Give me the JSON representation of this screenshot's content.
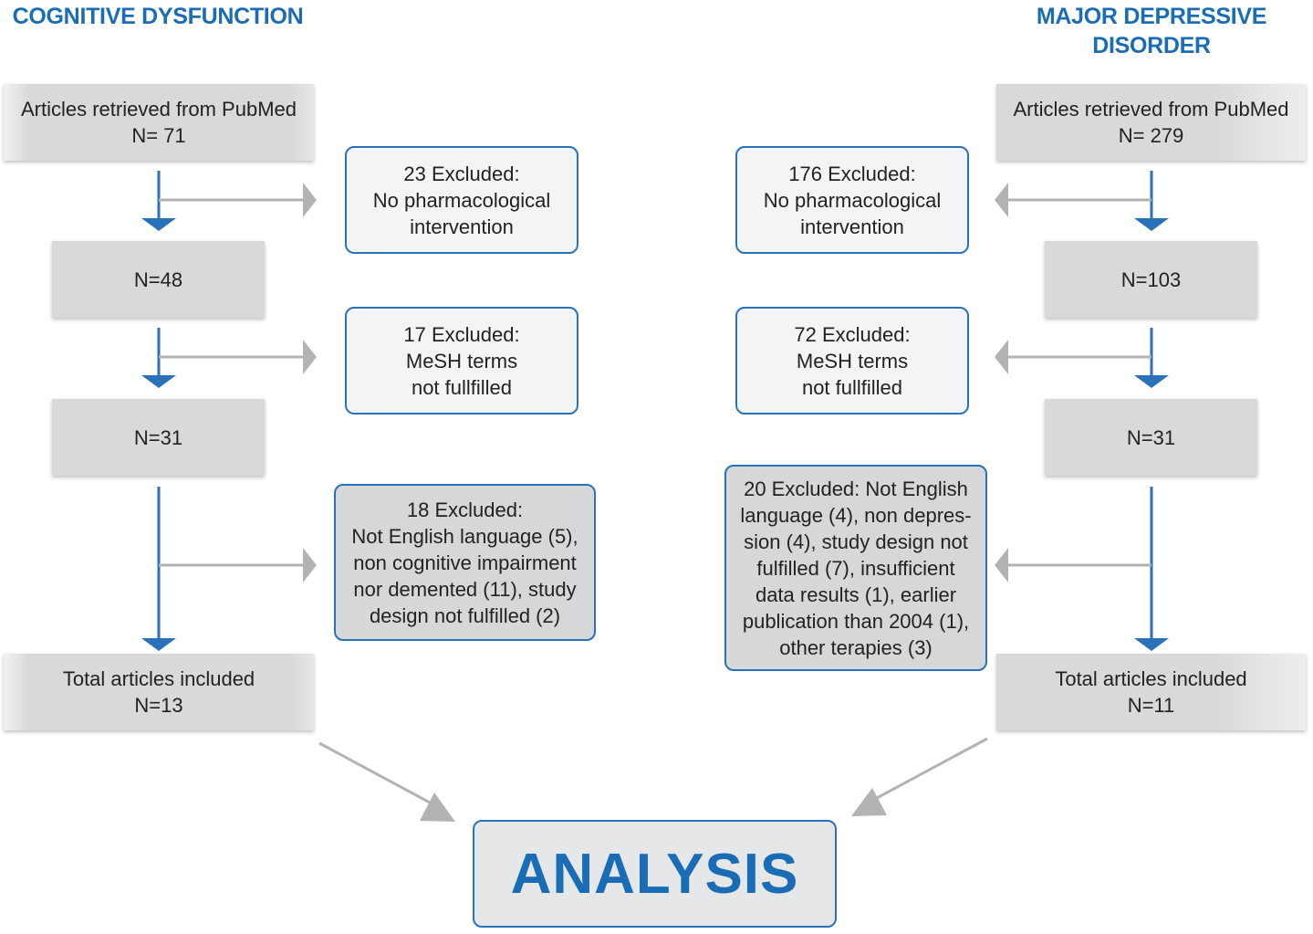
{
  "left": {
    "title": "COGNITIVE DYSFUNCTION",
    "start": {
      "line1": "Articles retrieved from PubMed",
      "line2": "N= 71"
    },
    "step1": "N=48",
    "step2": "N=31",
    "end": {
      "line1": "Total articles included",
      "line2": "N=13"
    },
    "excl1": [
      "23 Excluded:",
      "No pharmacological",
      "intervention"
    ],
    "excl2": [
      "17 Excluded:",
      "MeSH terms",
      "not fullfilled"
    ],
    "excl3": [
      "18 Excluded:",
      "Not English language (5),",
      "non cognitive impairment",
      "nor demented (11), study",
      "design not fulfilled (2)"
    ]
  },
  "right": {
    "title_line1": "MAJOR DEPRESSIVE",
    "title_line2": "DISORDER",
    "start": {
      "line1": "Articles retrieved from PubMed",
      "line2": "N= 279"
    },
    "step1": "N=103",
    "step2": "N=31",
    "end": {
      "line1": "Total articles included",
      "line2": "N=11"
    },
    "excl1": [
      "176 Excluded:",
      "No pharmacological",
      "intervention"
    ],
    "excl2": [
      "72 Excluded:",
      "MeSH terms",
      "not fullfilled"
    ],
    "excl3": [
      "20 Excluded: Not English",
      "language (4), non depres-",
      "sion (4), study design not",
      "fulfilled (7), insufficient",
      "data results (1), earlier",
      "publication than 2004 (1),",
      "other terapies (3)"
    ]
  },
  "analysis": "ANALYSIS",
  "colors": {
    "accent": "#1a6db5",
    "arrow_blue": "#2a72b8",
    "arrow_gray": "#b3b3b3",
    "box_gray": "#d9d9d9"
  }
}
